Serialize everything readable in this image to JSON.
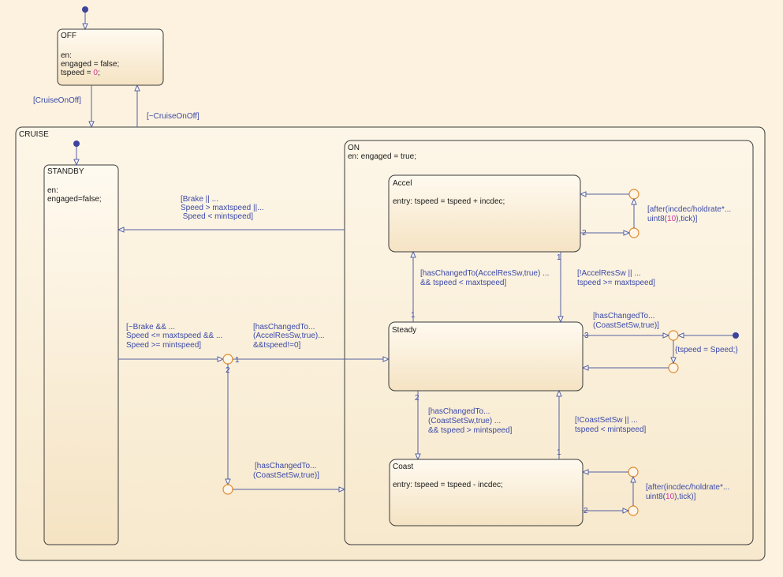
{
  "states": {
    "off": {
      "name": "OFF",
      "lines": [
        "en:",
        "engaged = false;",
        "tspeed = "
      ],
      "tspeed_value": "0",
      "tspeed_end": ";"
    },
    "cruise": {
      "name": "CRUISE"
    },
    "standby": {
      "name": "STANDBY",
      "lines": [
        "en:",
        "engaged=false;"
      ]
    },
    "on": {
      "name": "ON",
      "lines": [
        "en: engaged = true;"
      ]
    },
    "accel": {
      "name": "Accel",
      "lines": [
        "entry: tspeed = tspeed + incdec;"
      ]
    },
    "steady": {
      "name": "Steady"
    },
    "coast": {
      "name": "Coast",
      "lines": [
        "entry: tspeed = tspeed - incdec;"
      ]
    }
  },
  "transitions": {
    "off_to_cruise": "[CruiseOnOff]",
    "cruise_to_off": "[~CruiseOnOff]",
    "on_to_standby": [
      "[Brake || ...",
      "Speed > maxtspeed ||...",
      " Speed < mintspeed]"
    ],
    "standby_to_junction": [
      "[~Brake && ...",
      "Speed <= maxtspeed && ...",
      "Speed >= mintspeed]"
    ],
    "junction_to_steady": [
      "[hasChangedTo...",
      "(AccelResSw,true)...",
      "&&tspeed!=0]"
    ],
    "junction_to_coast": [
      "[hasChangedTo...",
      "(CoastSetSw,true)]"
    ],
    "steady_to_accel": [
      "[hasChangedTo(AccelResSw,true) ...",
      "&& tspeed < maxtspeed]"
    ],
    "accel_to_steady": [
      "[!AccelResSw || ...",
      "tspeed >= maxtspeed]"
    ],
    "steady_to_coast": [
      "[hasChangedTo...",
      "(CoastSetSw,true) ...",
      "&& tspeed > mintspeed]"
    ],
    "coast_to_steady": [
      "[!CoastSetSw || ...",
      "tspeed < mintspeed]"
    ],
    "accel_self": {
      "line1_pre": "[after(incdec/holdrate*...",
      "line2_pre": "uint8(",
      "line2_num": "10",
      "line2_post": "),tick)]"
    },
    "steady_self": [
      "[hasChangedTo...",
      "(CoastSetSw,true)]"
    ],
    "steady_default_action": "{tspeed = Speed;}",
    "coast_self": {
      "line1_pre": "[after(incdec/holdrate*...",
      "line2_pre": "uint8(",
      "line2_num": "10",
      "line2_post": "),tick)]"
    }
  },
  "order_labels": {
    "junction_1": "1",
    "junction_2": "2",
    "accel_self_2": "2",
    "accel_out_1": "1",
    "steady_up_1": "1",
    "steady_down_2": "2",
    "steady_self_3": "3",
    "coast_up_1": "1",
    "coast_self_2": "2"
  },
  "colors": {
    "background": "#fcf2df",
    "transition": "#5560a0",
    "label": "#3b49a8",
    "junction": "#e08a2c",
    "number": "#d2349a"
  }
}
